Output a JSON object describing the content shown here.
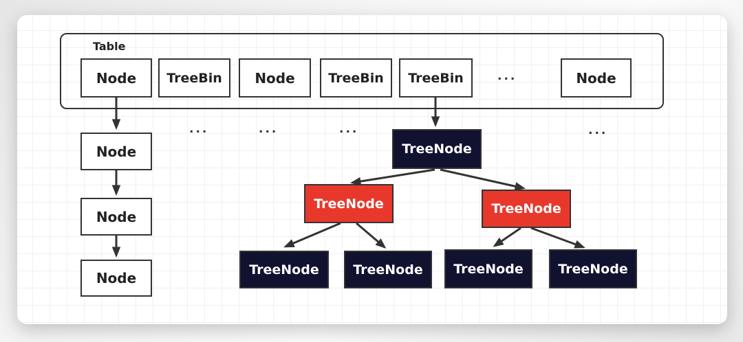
{
  "colors": {
    "accent_red": "#e8382c",
    "accent_navy": "#111130",
    "stroke": "#333333"
  },
  "table": {
    "label": "Table",
    "cells": [
      "Node",
      "TreeBin",
      "Node",
      "TreeBin",
      "TreeBin",
      "Node"
    ]
  },
  "linked_list": {
    "items": [
      "Node",
      "Node",
      "Node"
    ]
  },
  "tree": {
    "root": "TreeNode",
    "level2": [
      "TreeNode",
      "TreeNode"
    ],
    "leaves": [
      "TreeNode",
      "TreeNode",
      "TreeNode",
      "TreeNode"
    ]
  },
  "misc": {
    "ellipsis": "..."
  }
}
